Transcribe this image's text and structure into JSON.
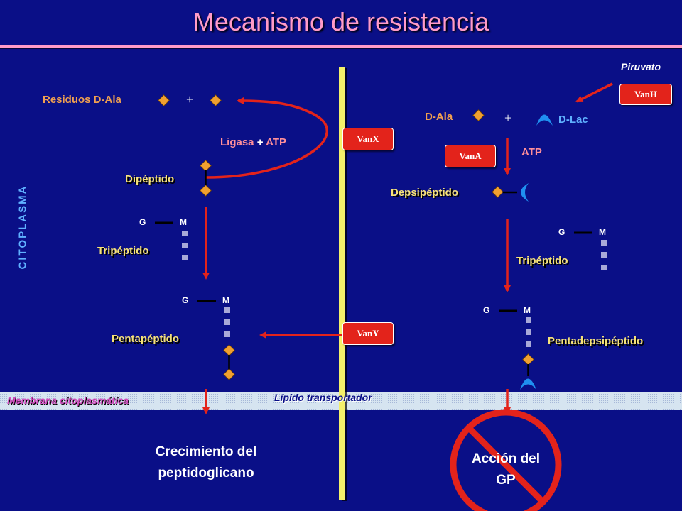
{
  "title": "Mecanismo de resistencia",
  "side_label": "CITOPLASMA",
  "left": {
    "residuos": "Residuos D-Ala",
    "plus": "+",
    "ligasa": "Ligasa",
    "ligasa_plus": "+",
    "atp": "ATP",
    "dipeptido": "Dipéptido",
    "g": "G",
    "m": "M",
    "tripeptido": "Tripéptido",
    "pentapeptido": "Pentapéptido",
    "outcome_line1": "Crecimiento del",
    "outcome_line2": "peptidoglicano"
  },
  "right": {
    "piruvato": "Piruvato",
    "dala": "D-Ala",
    "plus": "+",
    "dlac": "D-Lac",
    "atp": "ATP",
    "depsipeptido": "Depsipéptido",
    "g": "G",
    "m": "M",
    "tripeptido": "Tripéptido",
    "pentadepsipeptido": "Pentadepsipéptido",
    "outcome_line1": "Acción del",
    "outcome_line2": "GP"
  },
  "enzymes": {
    "vanh": "VanH",
    "vanx": "VanX",
    "vana": "VanA",
    "vany": "VanY"
  },
  "membrane": {
    "label": "Membrana citoplasmática",
    "lipid": "Lípido transportador"
  },
  "colors": {
    "background": "#0a0f87",
    "title": "#ff9bc8",
    "arrow": "#e3231b",
    "diamond": "#f0a030",
    "square": "#a9a9d8",
    "membrane_bar": "#f4f06a",
    "membrane_band": "#c9dcec",
    "text_orange": "#f0a050",
    "text_pink": "#ff8f9a",
    "side_label": "#5fb0ff"
  }
}
